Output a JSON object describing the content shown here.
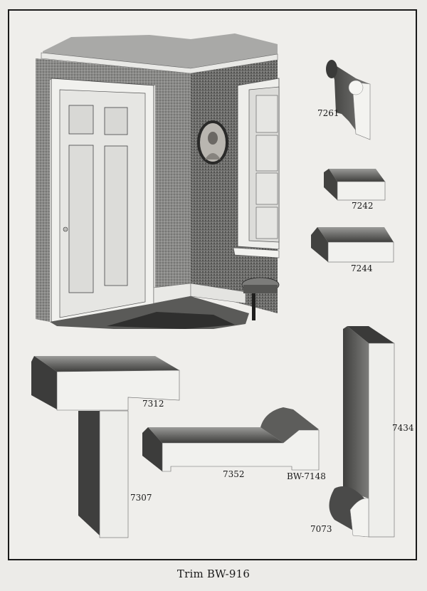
{
  "page": {
    "caption": "Trim BW-916"
  },
  "illustration": {
    "scene": "room-corner-with-paneled-door-window-and-oval-portrait"
  },
  "moldings": [
    {
      "id": "7261",
      "label": "7261"
    },
    {
      "id": "7242",
      "label": "7242"
    },
    {
      "id": "7244",
      "label": "7244"
    },
    {
      "id": "7312",
      "label": "7312"
    },
    {
      "id": "7352",
      "label": "7352"
    },
    {
      "id": "BW-7148",
      "label": "BW-7148"
    },
    {
      "id": "7307",
      "label": "7307"
    },
    {
      "id": "7434",
      "label": "7434"
    },
    {
      "id": "7073",
      "label": "7073"
    }
  ]
}
